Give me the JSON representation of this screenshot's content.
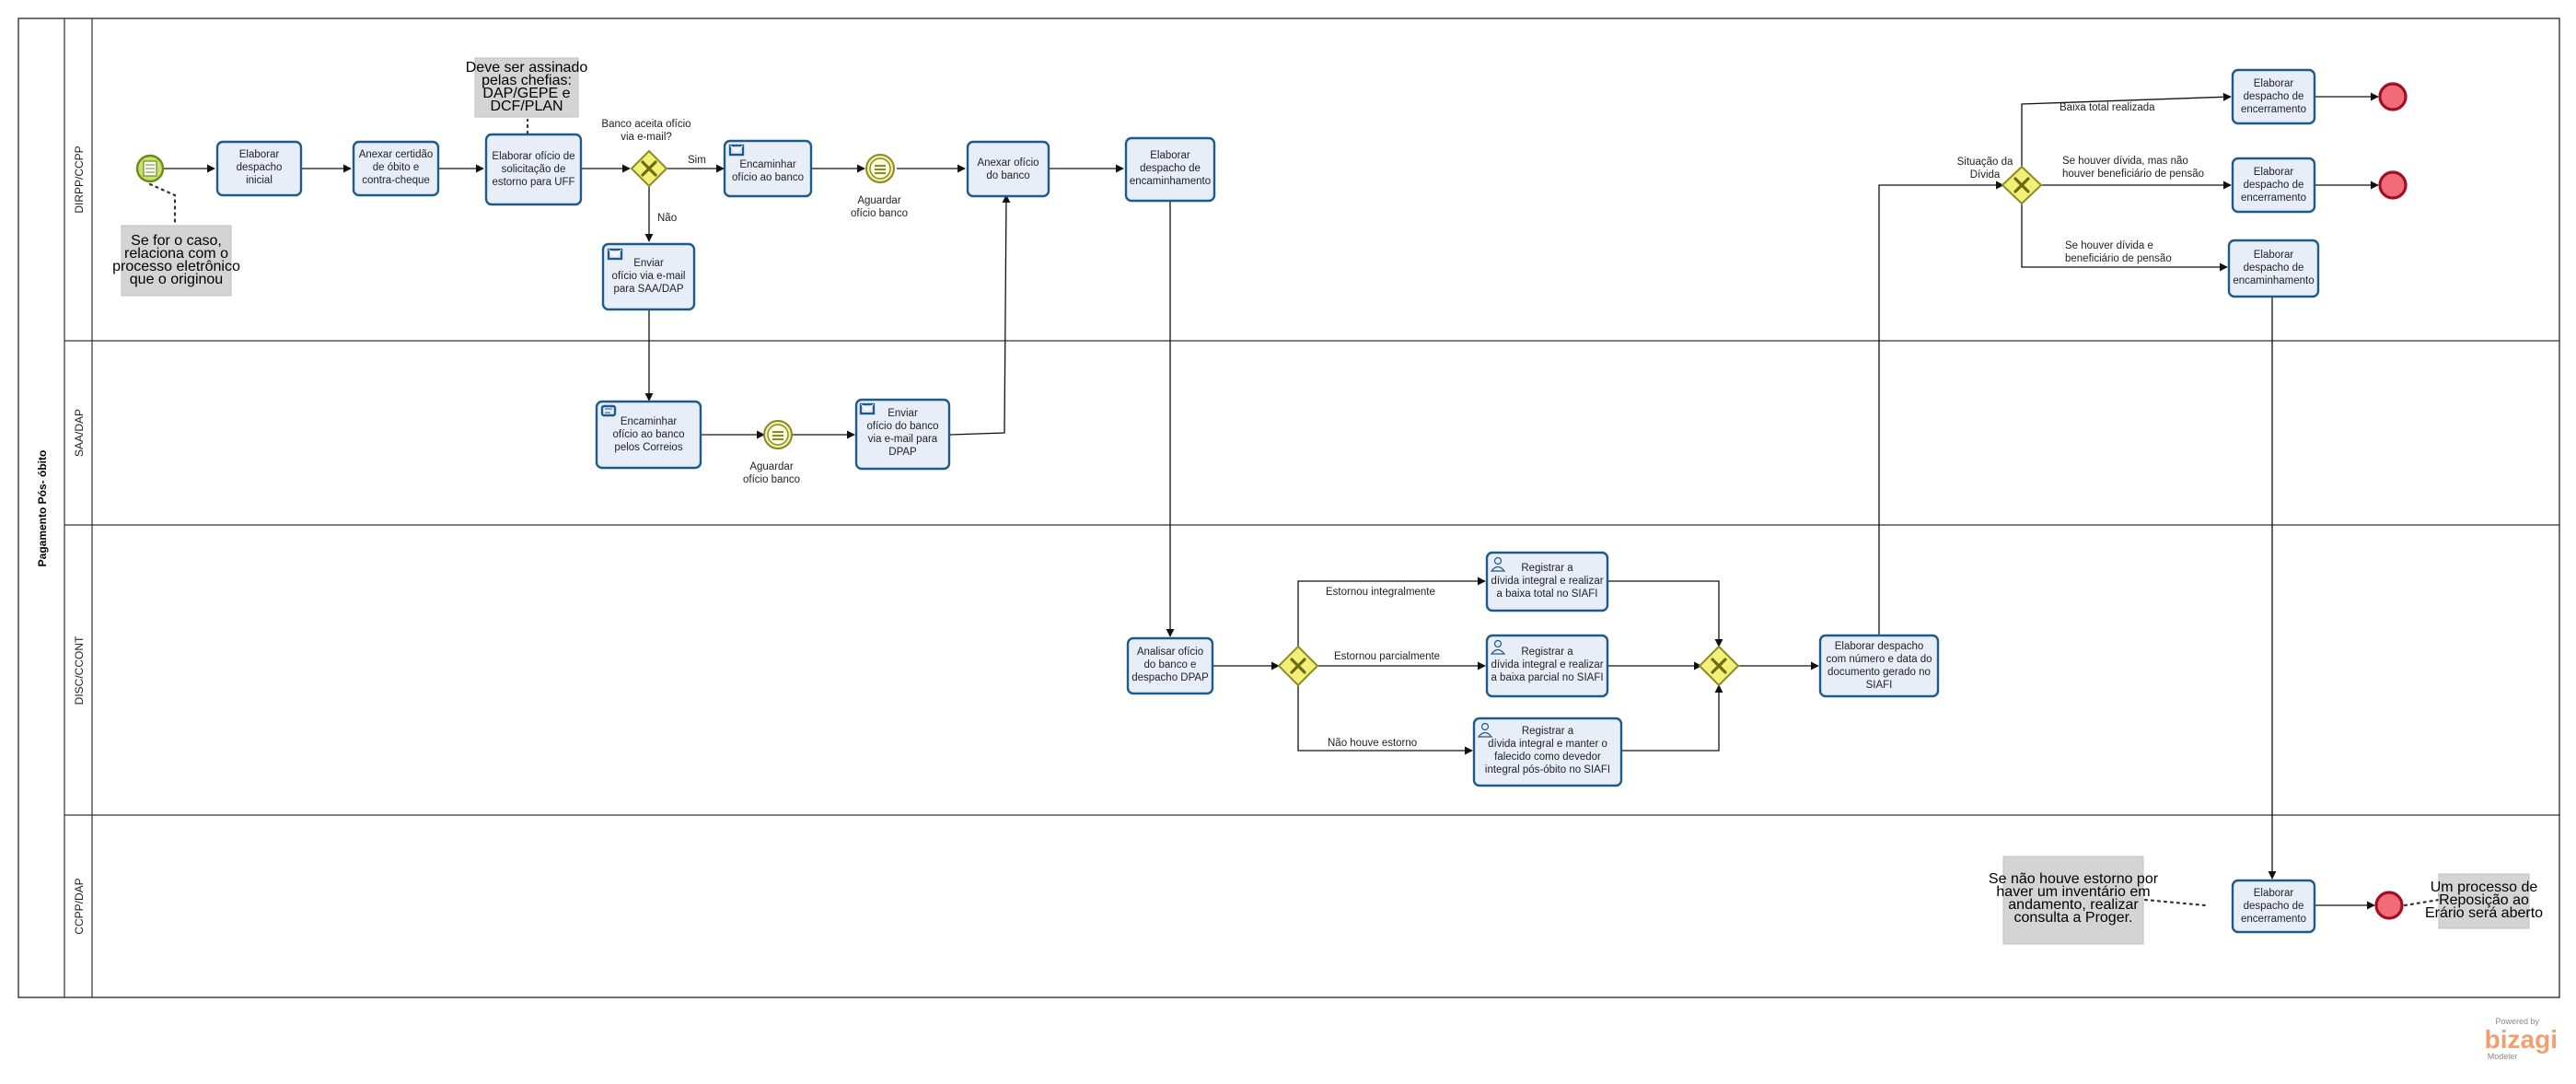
{
  "pool": {
    "title": "Pagamento Pós- óbito"
  },
  "lanes": [
    "DIRPP/CCPP",
    "SAA/DAP",
    "DISC/CCONT",
    "CCPP/DAP"
  ],
  "tasks": {
    "elaborar_despacho_inicial": [
      "Elaborar",
      "despacho",
      "inicial"
    ],
    "anexar_certidao": [
      "Anexar certidão",
      "de óbito e",
      "contra-cheque"
    ],
    "elaborar_oficio_estorno": [
      "Elaborar ofício de",
      "solicitação de",
      "estorno para UFF"
    ],
    "encaminhar_oficio_banco": [
      "Encaminhar",
      "ofício ao banco"
    ],
    "enviar_oficio_email_saa": [
      "Enviar",
      "ofício via e-mail",
      "para SAA/DAP"
    ],
    "anexar_oficio_banco": [
      "Anexar ofício",
      "do banco"
    ],
    "elaborar_despacho_encaminhamento": [
      "Elaborar",
      "despacho de",
      "encaminhamento"
    ],
    "encaminhar_correios": [
      "Encaminhar",
      "ofício ao banco",
      "pelos Correios"
    ],
    "enviar_oficio_dpap": [
      "Enviar",
      "ofício do banco",
      "via e-mail para",
      "DPAP"
    ],
    "analisar_oficio": [
      "Analisar ofício",
      "do banco e",
      "despacho DPAP"
    ],
    "registrar_baixa_total": [
      "Registrar a",
      "dívida integral e realizar",
      "a baixa total no SIAFI"
    ],
    "registrar_baixa_parcial": [
      "Registrar a",
      "dívida integral e realizar",
      "a baixa parcial no SIAFI"
    ],
    "registrar_devedor": [
      "Registrar a",
      "dívida integral e manter o",
      "falecido como devedor",
      "integral pós-óbito no SIAFI"
    ],
    "elaborar_despacho_numero": [
      "Elaborar  despacho",
      "com número e data do",
      "documento gerado no",
      "SIAFI"
    ],
    "despacho_encerramento_1": [
      "Elaborar",
      "despacho de",
      "encerramento"
    ],
    "despacho_encerramento_2": [
      "Elaborar",
      "despacho de",
      "encerramento"
    ],
    "despacho_encaminhamento_2": [
      "Elaborar",
      "despacho de",
      "encaminhamento"
    ],
    "despacho_encerramento_3": [
      "Elaborar",
      "despacho de",
      "encerramento"
    ]
  },
  "annotations": {
    "se_for_o_caso": [
      "Se for o caso,",
      "relaciona com o",
      "processo eletrônico",
      "que o originou"
    ],
    "assinado_chefias": [
      "Deve ser assinado",
      "pelas chefias:",
      "DAP/GEPE e",
      "DCF/PLAN"
    ],
    "nao_houve_estorno_note": [
      "Se não houve estorno por",
      "haver um inventário em",
      "andamento, realizar",
      "consulta a Proger."
    ],
    "reposicao_erario": [
      "Um processo de",
      "Reposição ao",
      "Erário será aberto"
    ]
  },
  "labels": {
    "gw_banco_aceita": [
      "Banco aceita ofício",
      "via e-mail?"
    ],
    "sim": "Sim",
    "nao": "Não",
    "aguardar_1": [
      "Aguardar",
      "ofício banco"
    ],
    "aguardar_2": [
      "Aguardar",
      "ofício banco"
    ],
    "estornou_integralmente": "Estornou integralmente",
    "estornou_parcialmente": "Estornou parcialmente",
    "nao_houve_estorno": "Não houve estorno",
    "situacao_divida": [
      "Situação da",
      "Dívida"
    ],
    "baixa_total": "Baixa total realizada",
    "sem_beneficiario": [
      "Se houver dívida, mas não",
      "houver  beneficiário de pensão"
    ],
    "com_beneficiario": [
      "Se houver dívida e",
      "beneficiário de pensão"
    ]
  },
  "branding": {
    "powered_by": "Powered by",
    "logo": "bizagi",
    "product": "Modeler"
  }
}
